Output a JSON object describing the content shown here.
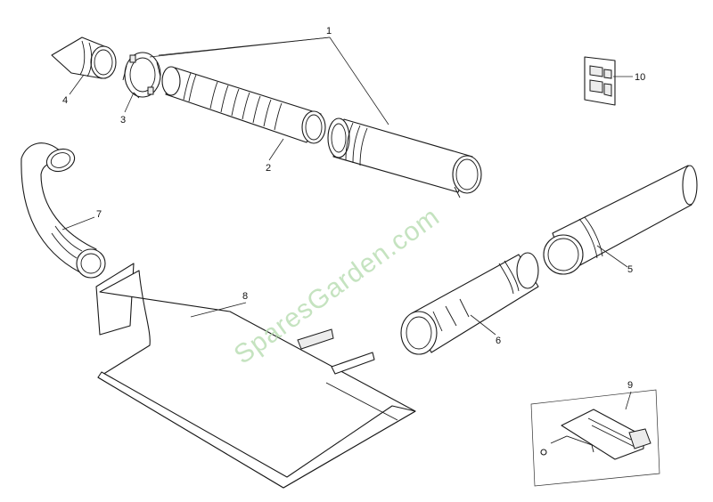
{
  "callouts": {
    "p1": "1",
    "p2": "2",
    "p3": "3",
    "p4": "4",
    "p5": "5",
    "p6": "6",
    "p7": "7",
    "p8": "8",
    "p9": "9",
    "p10": "10"
  },
  "watermark": "SparesGarden.com"
}
